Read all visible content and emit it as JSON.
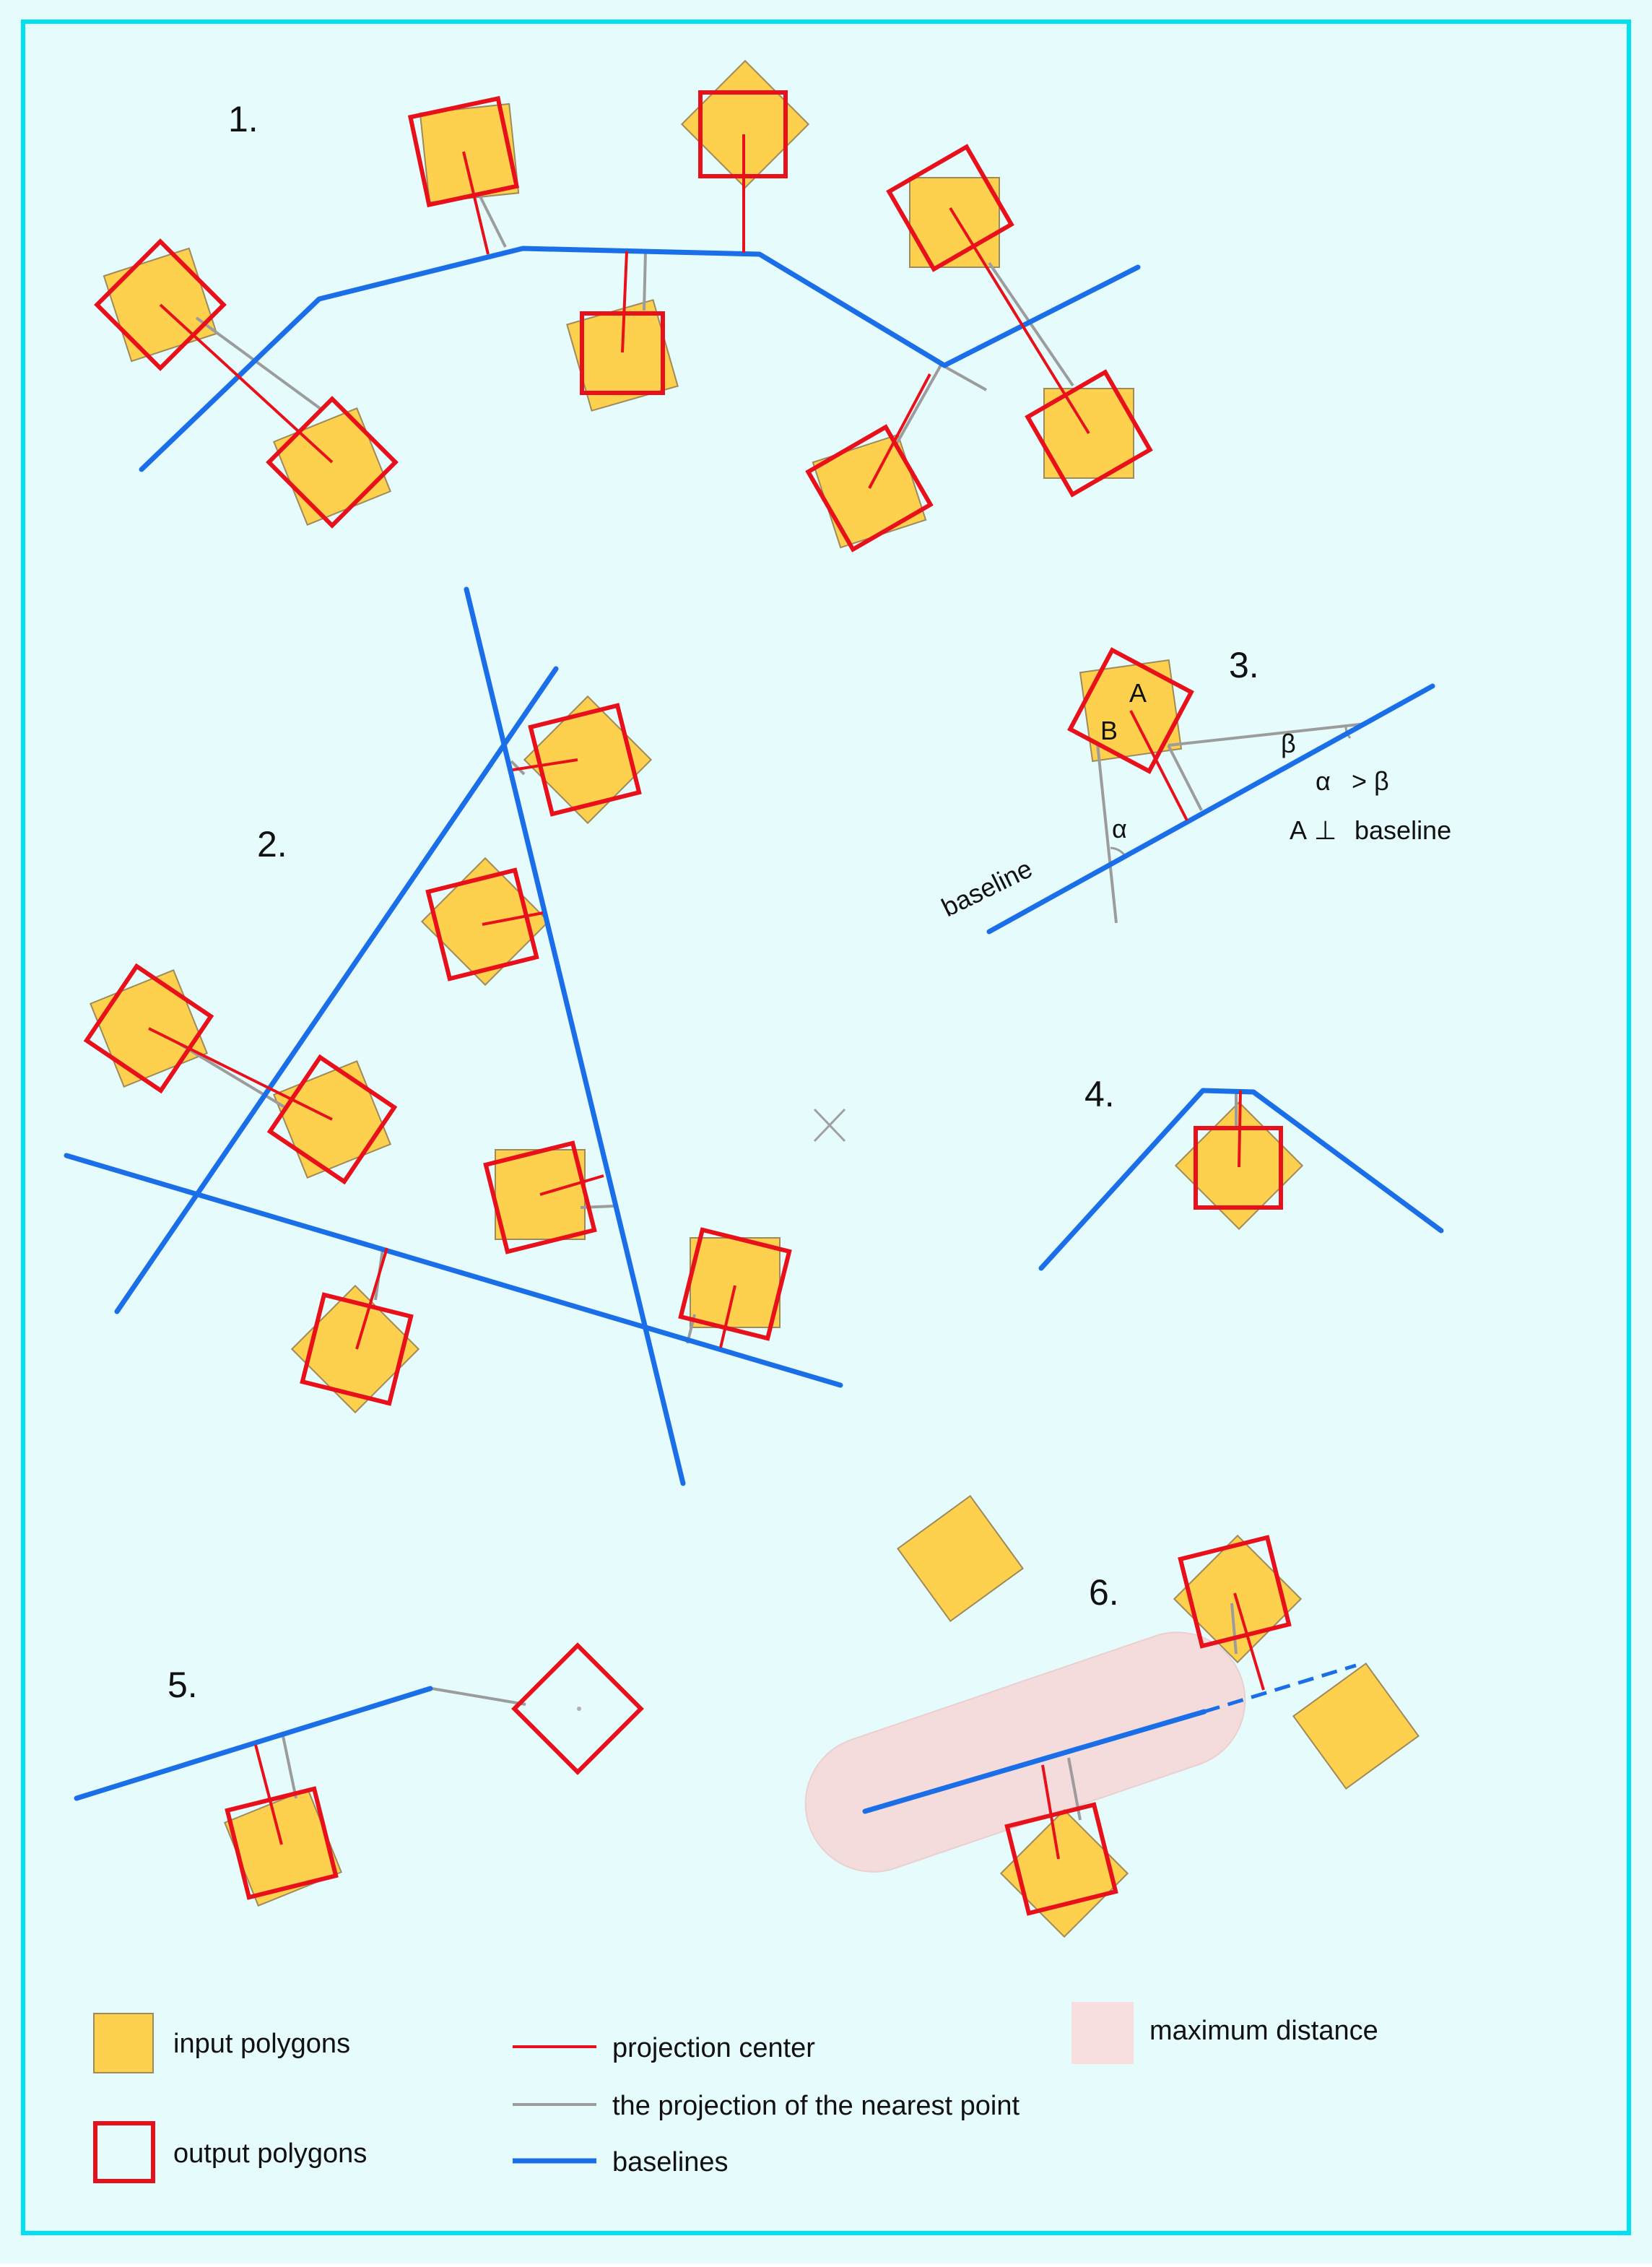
{
  "colors": {
    "background": "#e6fbfb",
    "frame": "#00e0f0",
    "input_fill": "#fdd04e",
    "input_stroke": "#9e8a5a",
    "output_stroke": "#e8101a",
    "baseline": "#1a6ee8",
    "projection_center": "#e8101a",
    "nearest_point": "#9c9c9c",
    "max_distance": "#f4dcdc"
  },
  "sections": {
    "s1": "1.",
    "s2": "2.",
    "s3": "3.",
    "s4": "4.",
    "s5": "5.",
    "s6": "6."
  },
  "section3": {
    "label_a": "A",
    "label_b": "B",
    "alpha": "α",
    "beta": "β",
    "relation_alpha": "α",
    "relation_gt": "> β",
    "perp_a": "A",
    "perp_symbol": "⊥",
    "perp_text": "baseline",
    "baseline_word": "baseline"
  },
  "legend": {
    "input_polygons": "input polygons",
    "output_polygons": "output polygons",
    "projection_center": "projection center",
    "nearest_point": "the projection of the nearest point",
    "baselines": "baselines",
    "maximum_distance": "maximum distance"
  }
}
